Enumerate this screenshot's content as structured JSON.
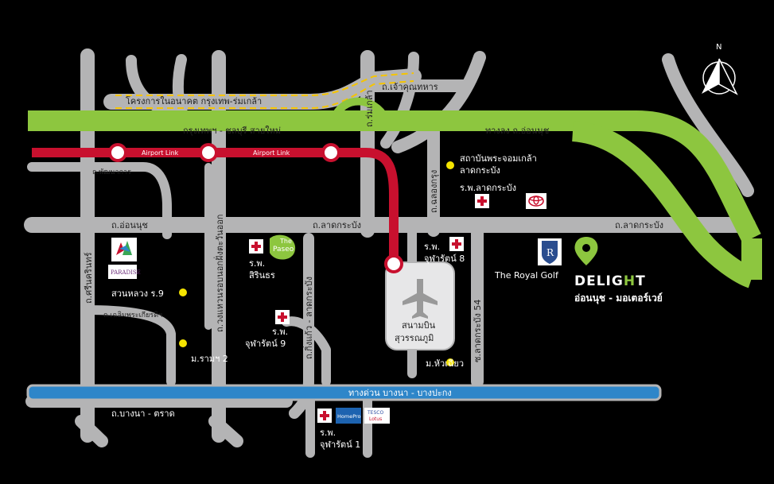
{
  "roads": {
    "future_project": "โครงการในอนาคต กรุงเทพ-ร่มเกล้า",
    "chaokhun_thahan": "ถ.เจ้าคุณทหาร",
    "romklao": "ถ.ร่มเกล้า",
    "krungthep_chonburi": "กรุงเทพฯ - ชลบุรี สายใหม่",
    "on_nut_exit": "ทางลง ถ.อ่อนนุช",
    "airport_link_1": "Airport Link",
    "airport_link_2": "Airport Link",
    "phatthanakan": "ถ.พัฒนาการ",
    "chalong_krung": "ถ.ฉลองกรุง",
    "on_nut": "ถ.อ่อนนุช",
    "lat_krabang_mid": "ถ.ลาดกระบัง",
    "lat_krabang_right": "ถ.ลาดกระบัง",
    "srinakarin": "ถ.ศรีนครินทร์",
    "outer_ring": "ถ.วงแหวนรอบนอกฝั่งตะวันออก",
    "king_kaeo": "ถ.กิ่งแก้ว - ลาดกระบัง",
    "lat_krabang_54": "ซ.ลาดกระบัง 54",
    "chaloem_phrakiat": "ถ.เฉลิมพระเกียรติฯ",
    "bangna_trat": "ถ.บางนา - ตราด",
    "bangna_expressway": "ทางด่วน บางนา - บางปะกง"
  },
  "places": {
    "kmitl_line1": "สถาบันพระจอมเกล้า",
    "kmitl_line2": "ลาดกระบัง",
    "lat_krabang_hospital": "ร.พ.ลาดกระบัง",
    "rama9_park": "สวนหลวง ร.9",
    "rama2_village": "ม.รามฯ 2",
    "sirinthorn_hosp_1": "ร.พ.",
    "sirinthorn_hosp_2": "สิรินธร",
    "chularat9_1": "ร.พ.",
    "chularat9_2": "จุฬารัตน์ 9",
    "chularat8_1": "ร.พ.",
    "chularat8_2": "จุฬารัตน์ 8",
    "airport_1": "สนามบิน",
    "airport_2": "สุวรรณภูมิ",
    "hua_khiao": "ม.หัวเฉียว",
    "chularat1_1": "ร.พ.",
    "chularat1_2": "จุฬารัตน์ 1",
    "royal_golf": "The Royal Golf"
  },
  "logos": {
    "paseo": "Paseo",
    "paseo_the": "The",
    "paradise": "PARADISE",
    "homepro": "HomePro",
    "tesco": "TESCO",
    "lotus": "Lotus"
  },
  "destination": {
    "brand_pre": "DELIG",
    "brand_h": "H",
    "brand_post": "T",
    "subtitle": "อ่อนนุช - มอเตอร์เวย์"
  },
  "compass": {
    "north": "N"
  },
  "colors": {
    "road": "#b4b4b5",
    "motorway": "#8dc63f",
    "airport_link": "#c8102e",
    "expressway": "#2e86c9",
    "future_road": "#b4b4b5",
    "future_dash": "#f5c400",
    "poi_dot": "#f5e400",
    "background": "#000000"
  }
}
